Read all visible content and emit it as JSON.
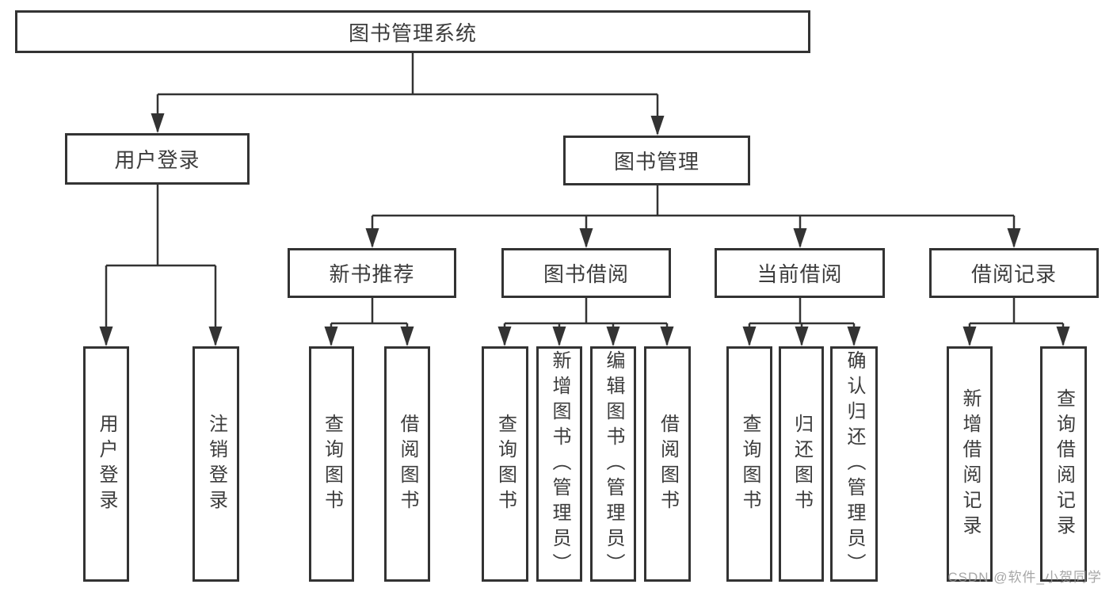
{
  "diagram": {
    "root": "图书管理系统",
    "level1": [
      "用户登录",
      "图书管理"
    ],
    "level2": [
      "新书推荐",
      "图书借阅",
      "当前借阅",
      "借阅记录"
    ],
    "leaves": [
      "用户登录",
      "注销登录",
      "查询图书",
      "借阅图书",
      "查询图书",
      "新增图书（管理员）",
      "编辑图书（管理员）",
      "借阅图书",
      "查询图书",
      "归还图书",
      "确认归还（管理员）",
      "新增借阅记录",
      "查询借阅记录"
    ]
  },
  "watermark": "CSDN @软件_小贺同学",
  "colors": {
    "line": "#333333",
    "text": "#3c3c3c",
    "watermark": "#969696",
    "background": "#ffffff"
  }
}
